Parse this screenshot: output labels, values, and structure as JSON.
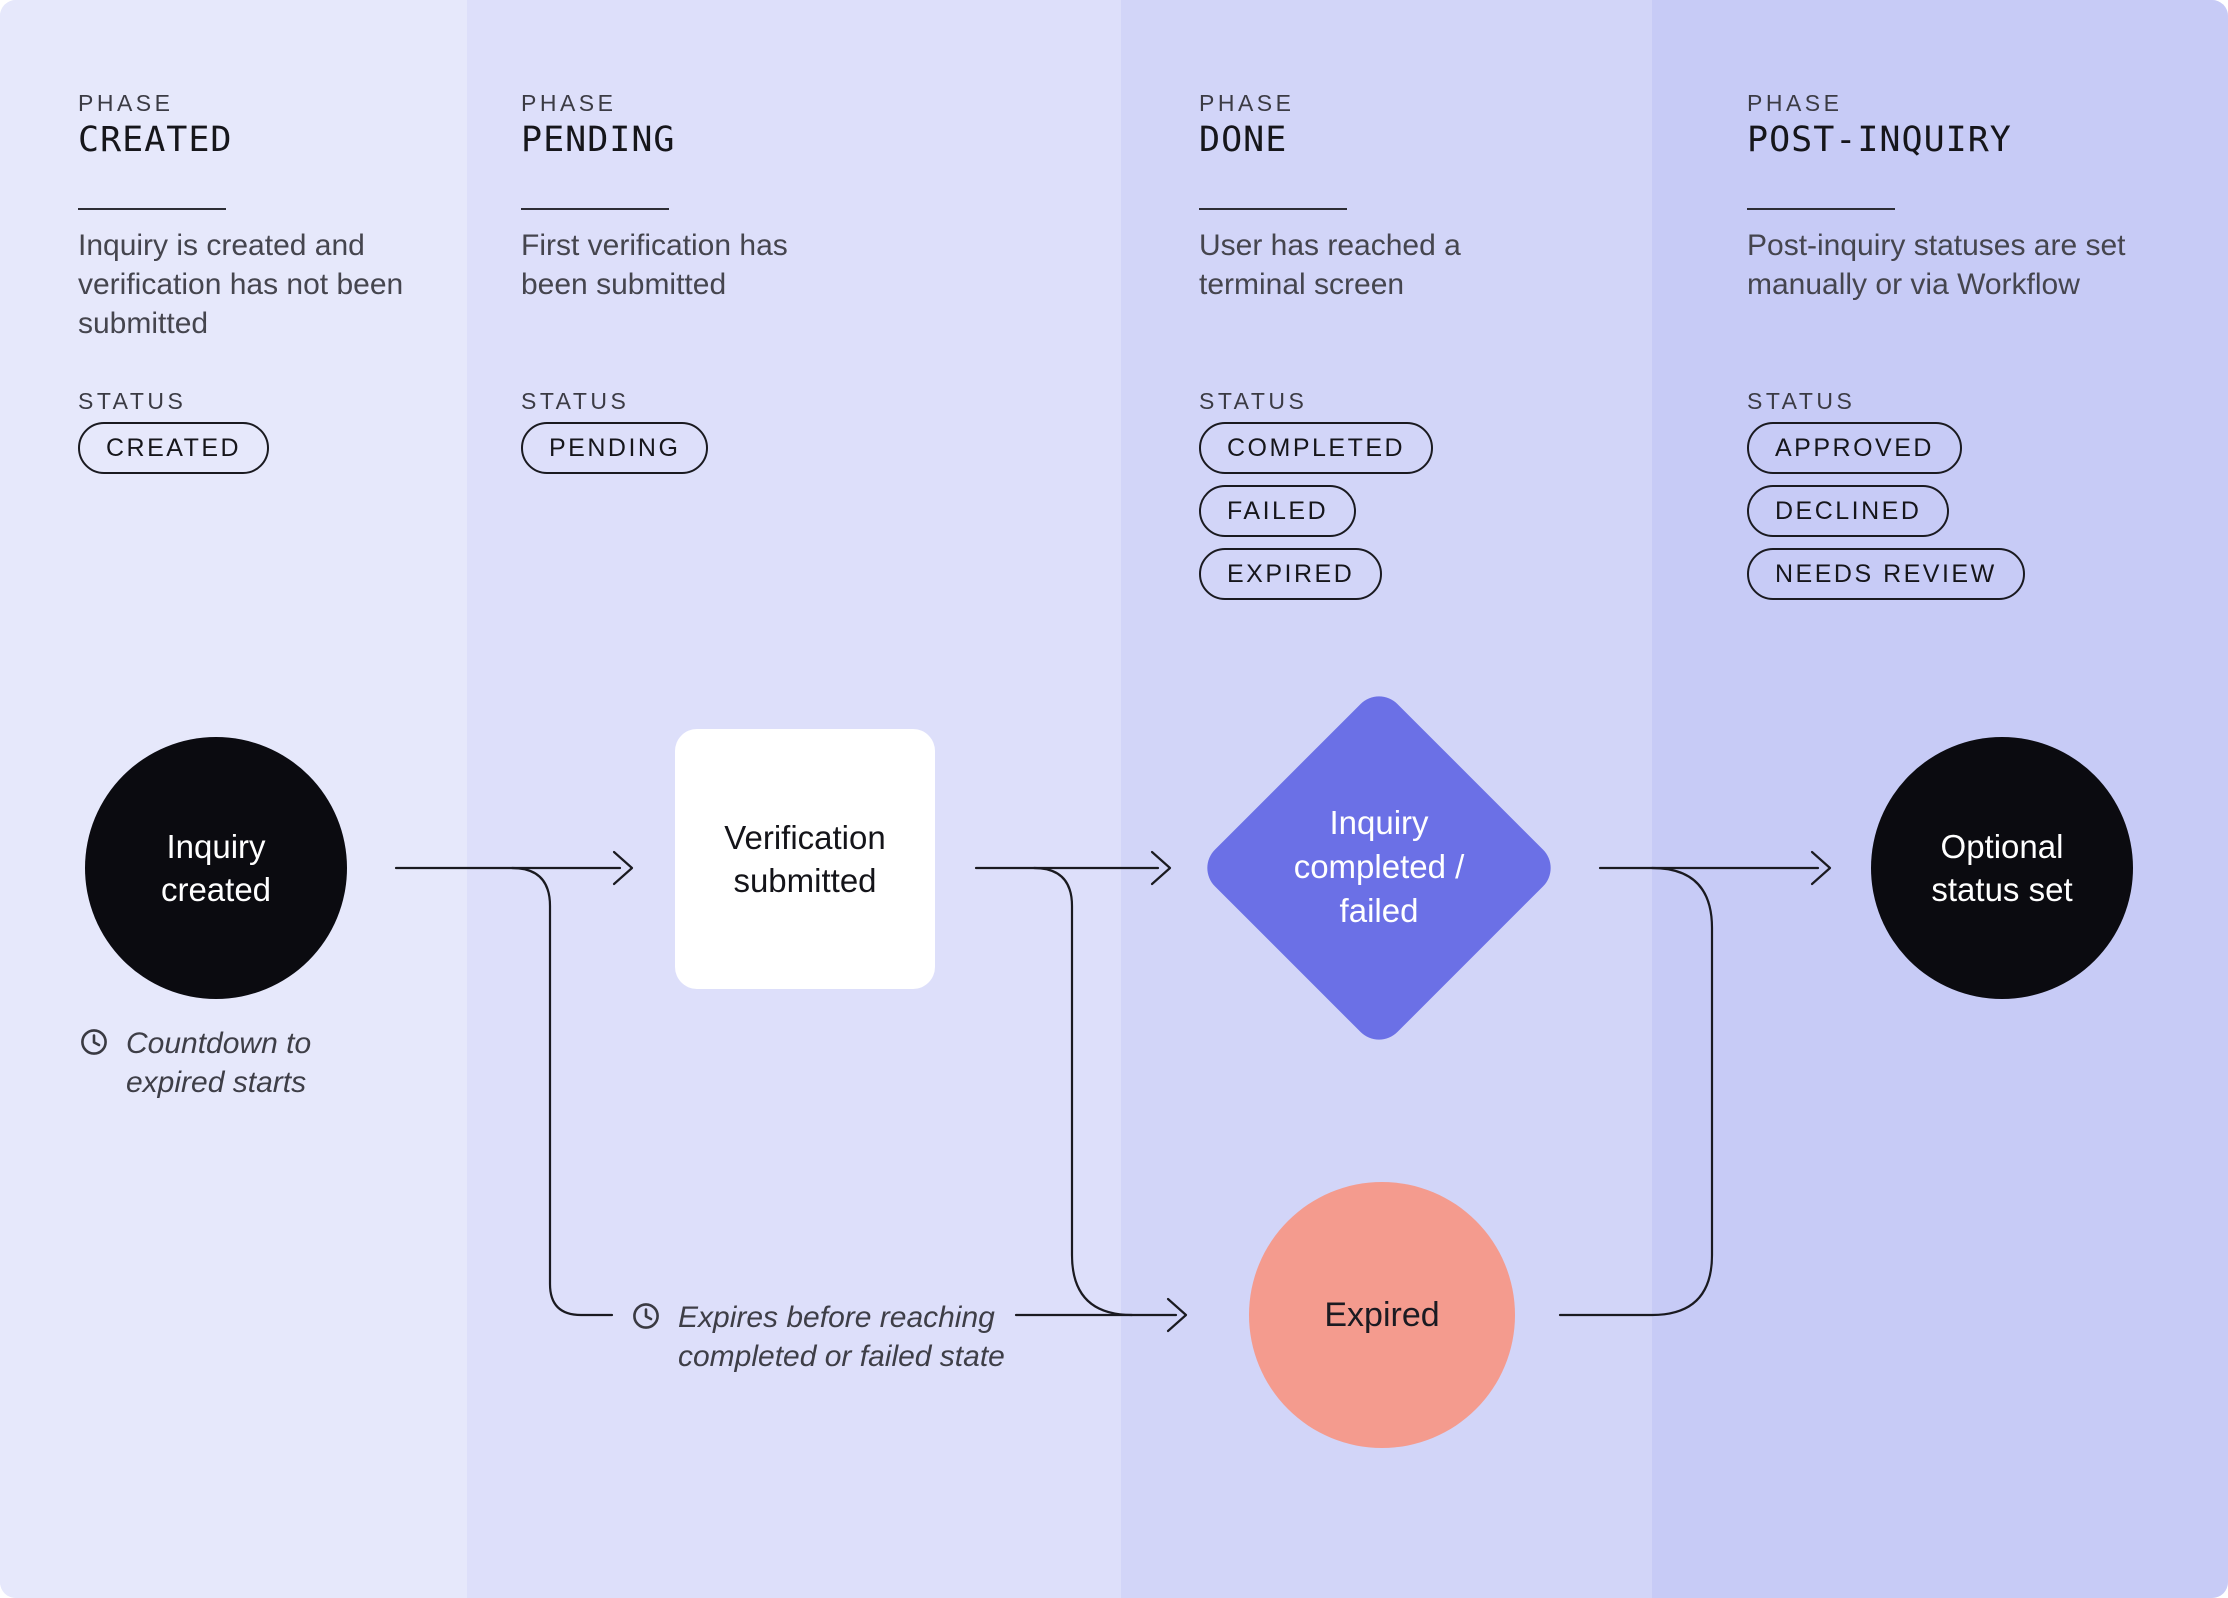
{
  "page": {
    "type": "inquiry-lifecycle-diagram",
    "colors": {
      "column_backgrounds": [
        "#E6E8FB",
        "#DDDFFA",
        "#D2D5F8",
        "#C7CBF6"
      ],
      "node_black": "#0B0B10",
      "node_white": "#FFFFFF",
      "diamond": "#6B70E6",
      "expired": "#F49B8E",
      "connector_line": "#1A1A20",
      "pill_border": "#1A1A20"
    }
  },
  "columns": [
    {
      "phase_label": "PHASE",
      "title": "CREATED",
      "description": "Inquiry is created and verification has not been submitted",
      "status_label": "STATUS",
      "statuses": [
        "CREATED"
      ]
    },
    {
      "phase_label": "PHASE",
      "title": "PENDING",
      "description": "First verification has been submitted",
      "status_label": "STATUS",
      "statuses": [
        "PENDING"
      ]
    },
    {
      "phase_label": "PHASE",
      "title": "DONE",
      "description": "User has reached a terminal screen",
      "status_label": "STATUS",
      "statuses": [
        "COMPLETED",
        "FAILED",
        "EXPIRED"
      ]
    },
    {
      "phase_label": "PHASE",
      "title": "POST-INQUIRY",
      "description": "Post-inquiry statuses are set manually or via Workflow",
      "status_label": "STATUS",
      "statuses": [
        "APPROVED",
        "DECLINED",
        "NEEDS REVIEW"
      ]
    }
  ],
  "flow": {
    "nodes": {
      "inquiry_created": {
        "shape": "circle",
        "lines": [
          "Inquiry",
          "created"
        ]
      },
      "verification_submitted": {
        "shape": "rounded-square",
        "lines": [
          "Verification",
          "submitted"
        ]
      },
      "inquiry_completed_failed": {
        "shape": "diamond",
        "lines": [
          "Inquiry",
          "completed /",
          "failed"
        ]
      },
      "optional_status_set": {
        "shape": "circle",
        "lines": [
          "Optional",
          "status set"
        ]
      },
      "expired": {
        "shape": "circle",
        "lines": [
          "Expired"
        ]
      }
    },
    "annotations": {
      "countdown": {
        "icon": "clock",
        "lines": [
          "Countdown to",
          "expired starts"
        ]
      },
      "expires": {
        "icon": "clock",
        "lines": [
          "Expires before reaching",
          "completed or failed state"
        ]
      }
    }
  }
}
